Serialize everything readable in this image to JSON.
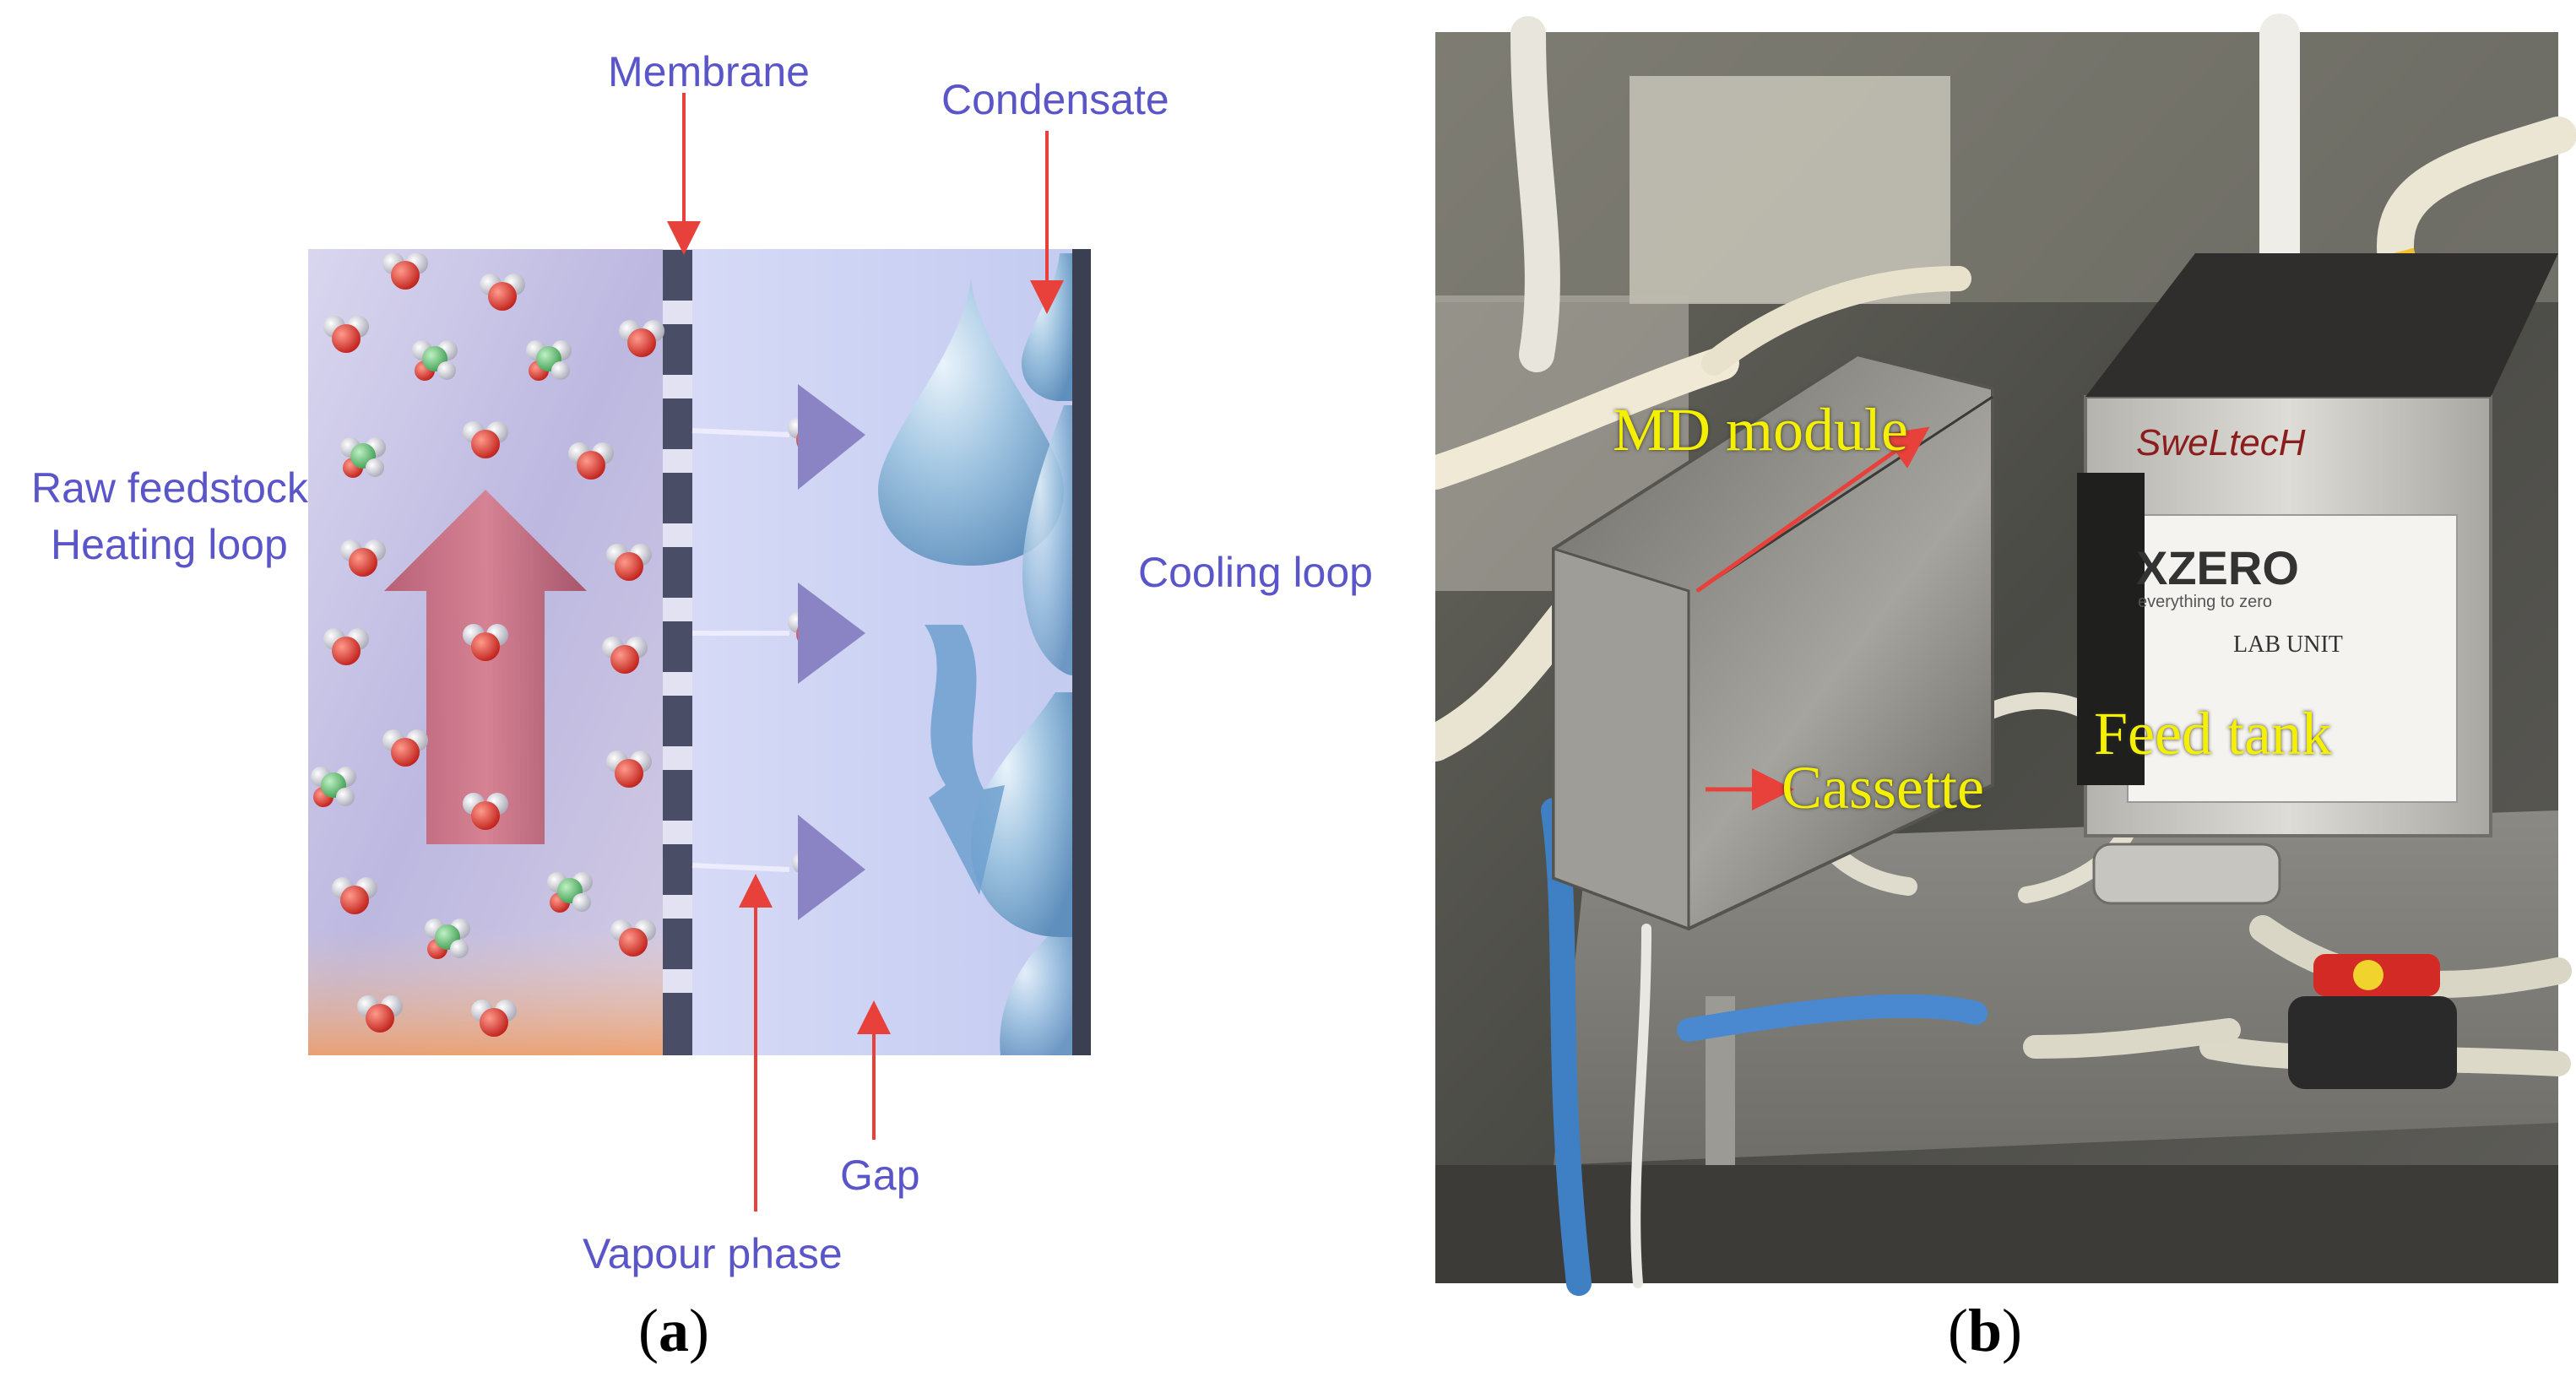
{
  "panel_a": {
    "labels": {
      "membrane": "Membrane",
      "condensate": "Condensate",
      "raw_feedstock": "Raw feedstock",
      "heating_loop": "Heating loop",
      "cooling_loop": "Cooling loop",
      "vapour_phase": "Vapour phase",
      "gap": "Gap"
    },
    "caption_letter": "a"
  },
  "panel_b": {
    "labels": {
      "md_module": "MD module",
      "feed_tank": "Feed tank",
      "cassette": "Cassette"
    },
    "tank_brand": "SweLtecH",
    "tank_sticker_brand": "XZERO",
    "tank_sticker_tagline": "everything to zero",
    "tank_sticker_unit": "LAB UNIT",
    "caption_letter": "b"
  },
  "colors": {
    "diagram_label": "#5a55c8",
    "annotation_arrow": "#e8403a",
    "photo_label": "#f5f000"
  }
}
